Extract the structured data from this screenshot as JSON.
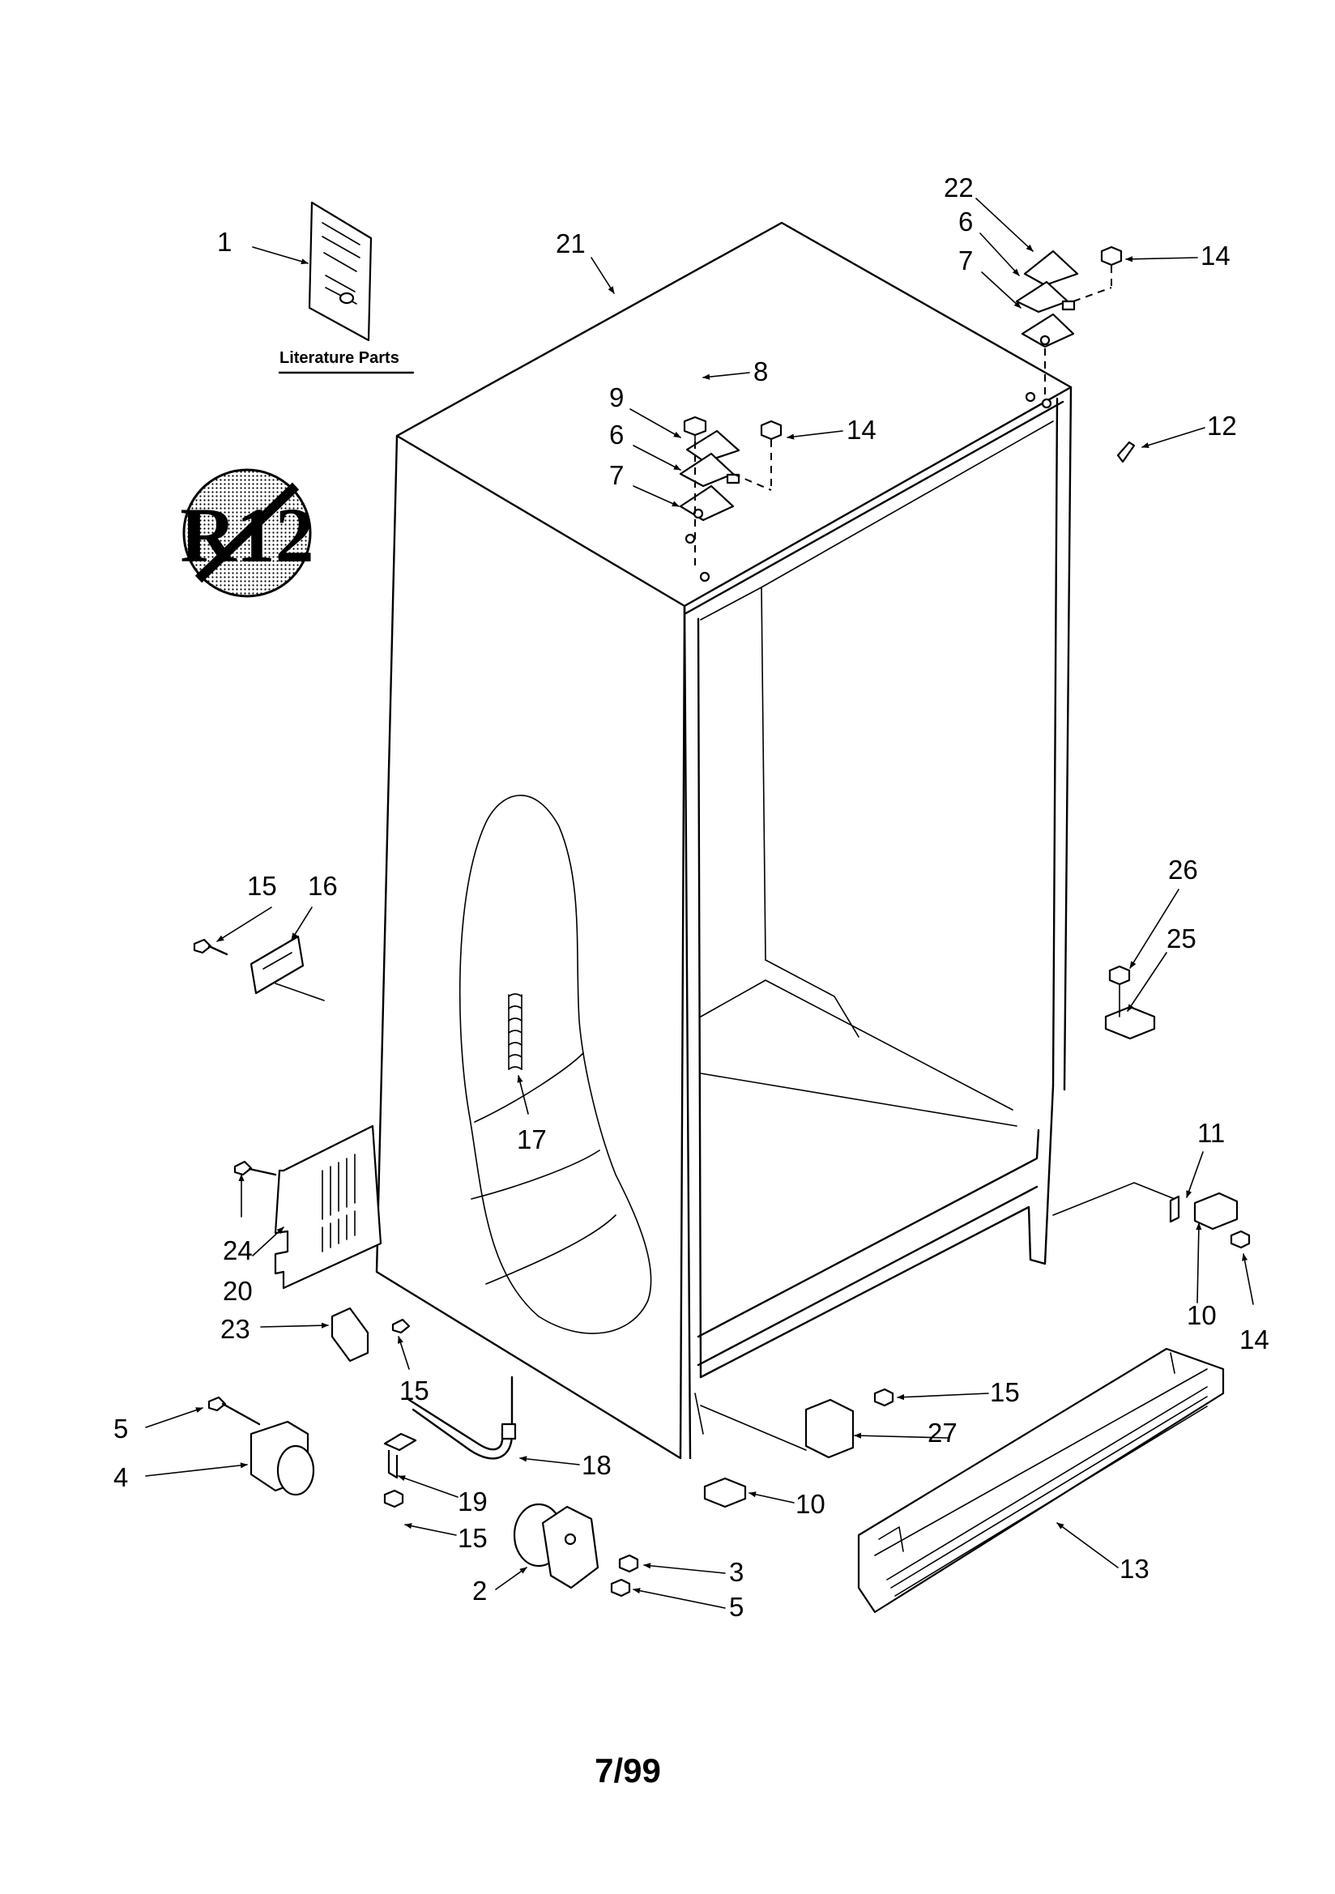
{
  "literature_label": "Literature Parts",
  "no_r12_symbol_text": "R12",
  "footer_date": "7/99",
  "callouts": [
    "1",
    "21",
    "22",
    "6",
    "7",
    "14",
    "8",
    "9",
    "6",
    "14",
    "7",
    "12",
    "15",
    "16",
    "26",
    "25",
    "17",
    "11",
    "24",
    "20",
    "10",
    "14",
    "23",
    "15",
    "15",
    "27",
    "5",
    "4",
    "18",
    "19",
    "10",
    "15",
    "13",
    "2",
    "3",
    "5"
  ]
}
